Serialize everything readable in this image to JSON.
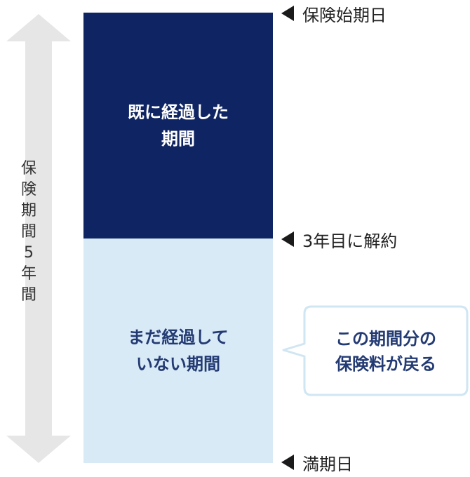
{
  "period_label": "保険期間\n5\n年間",
  "blocks": {
    "elapsed": "既に経過した\n期間",
    "remaining": "まだ経過して\nいない期間"
  },
  "markers": {
    "start": "保険始期日",
    "cancel": "3年目に解約",
    "end": "満期日"
  },
  "callout": "この期間分の\n保険料が戻る",
  "colors": {
    "elapsed_block": "#0f2462",
    "remaining_block": "#d8eaf6",
    "arrow": "#e6e6e6",
    "callout_border": "#d0e6f3"
  }
}
